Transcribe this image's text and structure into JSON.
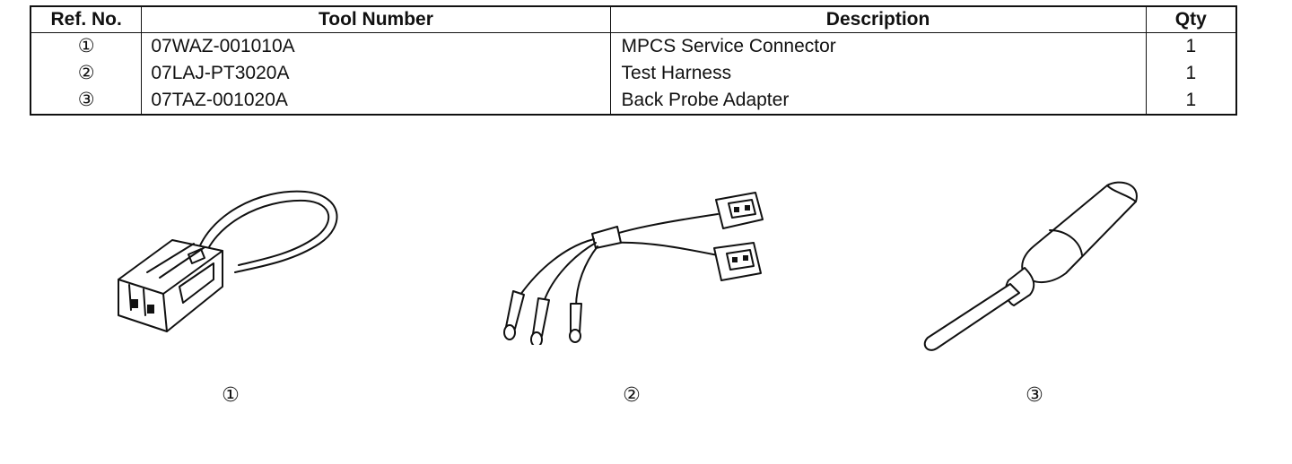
{
  "table": {
    "headers": {
      "ref": "Ref. No.",
      "tool": "Tool Number",
      "description": "Description",
      "qty": "Qty"
    },
    "rows": [
      {
        "ref": "①",
        "tool": "07WAZ-001010A",
        "description": "MPCS Service Connector",
        "qty": "1"
      },
      {
        "ref": "②",
        "tool": "07LAJ-PT3020A",
        "description": "Test Harness",
        "qty": "1"
      },
      {
        "ref": "③",
        "tool": "07TAZ-001020A",
        "description": "Back Probe Adapter",
        "qty": "1"
      }
    ]
  },
  "illustrations": [
    {
      "label": "①",
      "icon": "service-connector-icon"
    },
    {
      "label": "②",
      "icon": "test-harness-icon"
    },
    {
      "label": "③",
      "icon": "back-probe-adapter-icon"
    }
  ]
}
